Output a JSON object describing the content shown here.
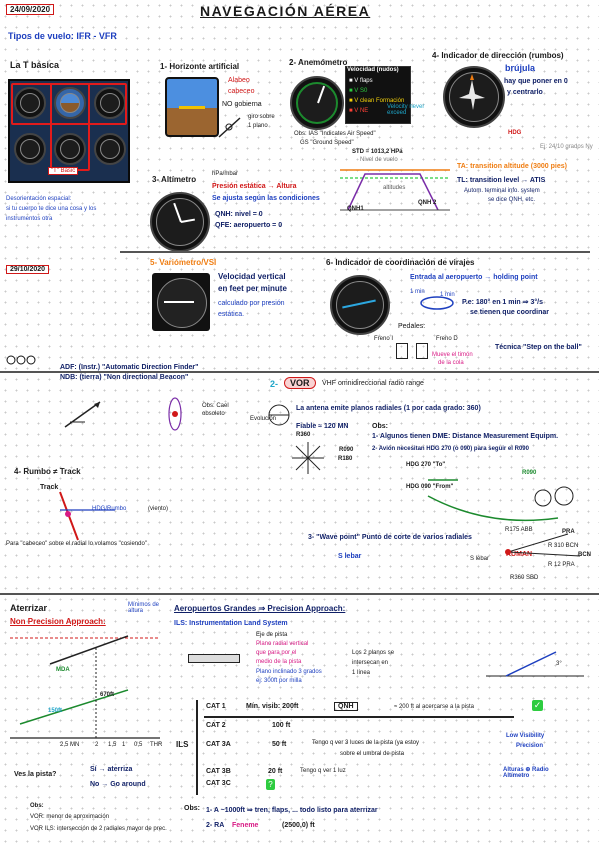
{
  "page": {
    "title": "NAVEGACIÓN AÉREA",
    "date1": "24/09/2020",
    "date2": "29/10/2020"
  },
  "intro": {
    "flight_types": "Tipos de vuelo: IFR - VFR",
    "t_basica": "La T básica",
    "t_basic_label": "\"T\" Basic",
    "disorientation1": "Desorientación espacial:",
    "disorientation2": "si tu cuerpo te dice una cosa y los",
    "disorientation3": "instrumentos otra"
  },
  "horizon": {
    "title": "1- Horizonte artificial",
    "alabeo": "Alabeo",
    "cabeceo": "cabeceo",
    "no_gobernar": "NO gobierna",
    "giro1": "giro sobre",
    "giro2": "1 plano"
  },
  "anemometer": {
    "title": "2- Anemómetro",
    "velocidad": "Velocidad (nudos)",
    "vflaps": "V flaps",
    "vs": "V S0",
    "clean": "V clean Formación",
    "vne": "V NE",
    "velocity_never": "Velocity never exceed",
    "obs1": "Obs: IAS \"Indicates Air Speed\"",
    "obs2": "GS \"Ground Speed\""
  },
  "direction": {
    "title": "4- Indicador de dirección (rumbos)",
    "brujula": "brújula",
    "hay_que1": "hay que poner en 0",
    "hay_que2": "y centrarlo",
    "hdg": "HDG",
    "note": "Ej: 24/10 grados Ny"
  },
  "altimeter": {
    "title": "3- Altímetro",
    "units": "hPa/mbar",
    "line1": "Presión estática → Altura",
    "line2": "Se ajusta según las condiciones",
    "qnh": "QNH: nivel = 0",
    "qfe": "QFE: aeropuerto = 0"
  },
  "transition": {
    "std": "STD = 1013,2 HPa",
    "nivel": "Nivel de vuelo",
    "ta": "TA: transition altitude (3000 pies)",
    "tl": "TL: transition level → ATIS",
    "auton": "Autom. terminal info. system",
    "se_dice": "se dice QNH, etc.",
    "altitudes": "altitudes",
    "qnh1": "QNH1",
    "qnh2": "QNH 2"
  },
  "vsi": {
    "title": "5- Variómetro/VSI",
    "line1": "Velocidad vertical",
    "line2": "en feet per minute",
    "line3": "calculado por presión",
    "line4": "estática."
  },
  "turn": {
    "title": "6- Indicador de coordinación de virajes",
    "entrada": "Entrada al aeropuerto → holding point",
    "min1": "1 min",
    "min2": "1 min",
    "pe": "P.e: 180° en 1 min ⇒ 3°/s",
    "tienen": "se tienen que coordinar",
    "pedales": "Pedales:",
    "freno_i": "Freno I",
    "freno_d": "Freno D",
    "mueve": "Mueve el timón",
    "cola": "de la cola",
    "tecnica": "Técnica \"Step on the ball\""
  },
  "radio": {
    "adf_line": "ADF: (Instr.) \"Automatic Direction Finder\"",
    "ndb_line": "NDB: (tierra) \"Non directional Beacon\"",
    "vor_no": "2-",
    "vor": "VOR",
    "vor_desc": "VHF omnidireccional radio range",
    "obs_cael": "Obs: Cael",
    "obs_obsoleto": "obsoleto",
    "evolucion": "Evolución",
    "antena": "La antena emite planos radiales (1 por cada grado: 360)",
    "fiable": "Fiable ≈ 120 MN",
    "r360": "R360",
    "r090": "R090",
    "r180": "R180",
    "obs2_title": "Obs:",
    "obs2_1": "1- Algunos tienen DME: Distance Measurement Equipm.",
    "obs2_2": "2- Avión necesitan HDG 270 (o 090) para seguir el R090",
    "r090b": "R090",
    "to_label": "HDG 270 \"To\"",
    "from_label": "HDG 090 \"From\""
  },
  "track": {
    "title": "4- Rumbo ≠ Track",
    "track_label": "Track",
    "hdg_rumbo": "HDG/Rumbo",
    "viento": "(viento)",
    "cabeceo": "Para \"cabeceo\" sobre el radial lo volamos \"cosiendo\""
  },
  "waypoint": {
    "title": "3- \"Wave point\" Punto de corte de varios radiales",
    "slebar": "S lebar",
    "kuman": "KUMAN",
    "r175": "R175 ABB",
    "r200": "R360 SBD",
    "pra": "PRA",
    "bcn": "BCN",
    "r30": "R 310 BCN",
    "r12": "R 12 PRA"
  },
  "landing": {
    "aterrizar": "Aterrizar",
    "npa": "Non Precision Approach:",
    "minimos": "Mínimos de altura",
    "mda": "MDA",
    "ft_670": "670ft",
    "ft_150": "150ft",
    "ves": "Ves la pista?",
    "si": "Sí → aterriza",
    "no": "No → Go around",
    "obs": "Obs:",
    "vor_obs": "VOR: menor de aproximación",
    "vor_ils": "VOR ILS: intersección de 2 radiales mayor de prec.",
    "x_labels": [
      "2,5 MN",
      "2",
      "1,5",
      "1",
      "0,5",
      "THR"
    ]
  },
  "precision": {
    "title": "Aeropuertos Grandes ⇒ Precision Approach:",
    "ils": "ILS: Instrumentation Land System",
    "eje": "Eje de pista",
    "plano_radial": "Plano radial vertical",
    "que_para": "que para por el",
    "medio": "medio de la pista",
    "plano_incl": "Plano inclinado 3 grados",
    "ft_300": "ej: 300ft por milla",
    "los_planos1": "Los 2 planos se",
    "los_planos2": "intersecan en",
    "los_planos3": "1 línea",
    "three_deg": "3°"
  },
  "cat": {
    "ils_label": "ILS",
    "cat1": "CAT 1",
    "cat1_text": "Mín. visib: 200ft",
    "qnh": "QNH",
    "cat1_alt": "≈ 200 ft al acercarse a la pista",
    "cat2": "CAT 2",
    "cat2_text": "100 ft",
    "cat3a": "CAT 3A",
    "cat3a_text": "50 ft",
    "cat3a_desc1": "Tengo q ver 3 luces de la pista (ya estoy",
    "cat3a_desc2": "sobre el umbral de pista",
    "cat3b": "CAT 3B",
    "cat3b_text": "20 ft",
    "cat3b_desc": "Tengo q ver 1 luz",
    "cat3c": "CAT 3C",
    "low_vis1": "Low Visibility",
    "low_vis2": "Precision",
    "auto": "Alturas ⊕ Radio Altímetro",
    "obs_label": "Obs:",
    "obs1": "1- A ~1000ft ⇒ tren, flaps, ... todo listo para aterrizar",
    "obs2a": "2- RA",
    "obs2b": "Feneme",
    "obs2c": "(2500,0) ft"
  }
}
